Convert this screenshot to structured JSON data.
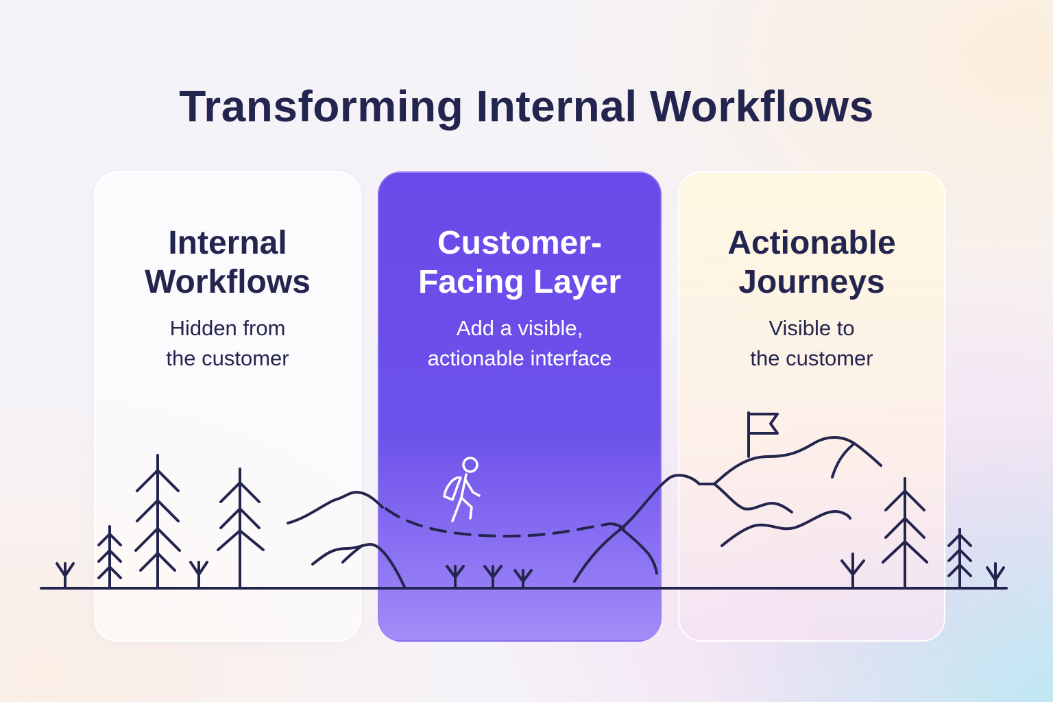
{
  "title": "Transforming Internal Workflows",
  "cards": [
    {
      "title": "Internal\nWorkflows",
      "subtitle": "Hidden from\nthe customer"
    },
    {
      "title": "Customer-\nFacing Layer",
      "subtitle": "Add a visible,\nactionable interface"
    },
    {
      "title": "Actionable\nJourneys",
      "subtitle": "Visible to\nthe customer"
    }
  ],
  "colors": {
    "ink": "#24254f",
    "accent_purple": "#6a4ae8",
    "hiker": "#ffffff"
  },
  "icons": [
    "pine-tree-icon",
    "hiker-icon",
    "flag-icon",
    "mountain-icon",
    "sprout-icon"
  ]
}
